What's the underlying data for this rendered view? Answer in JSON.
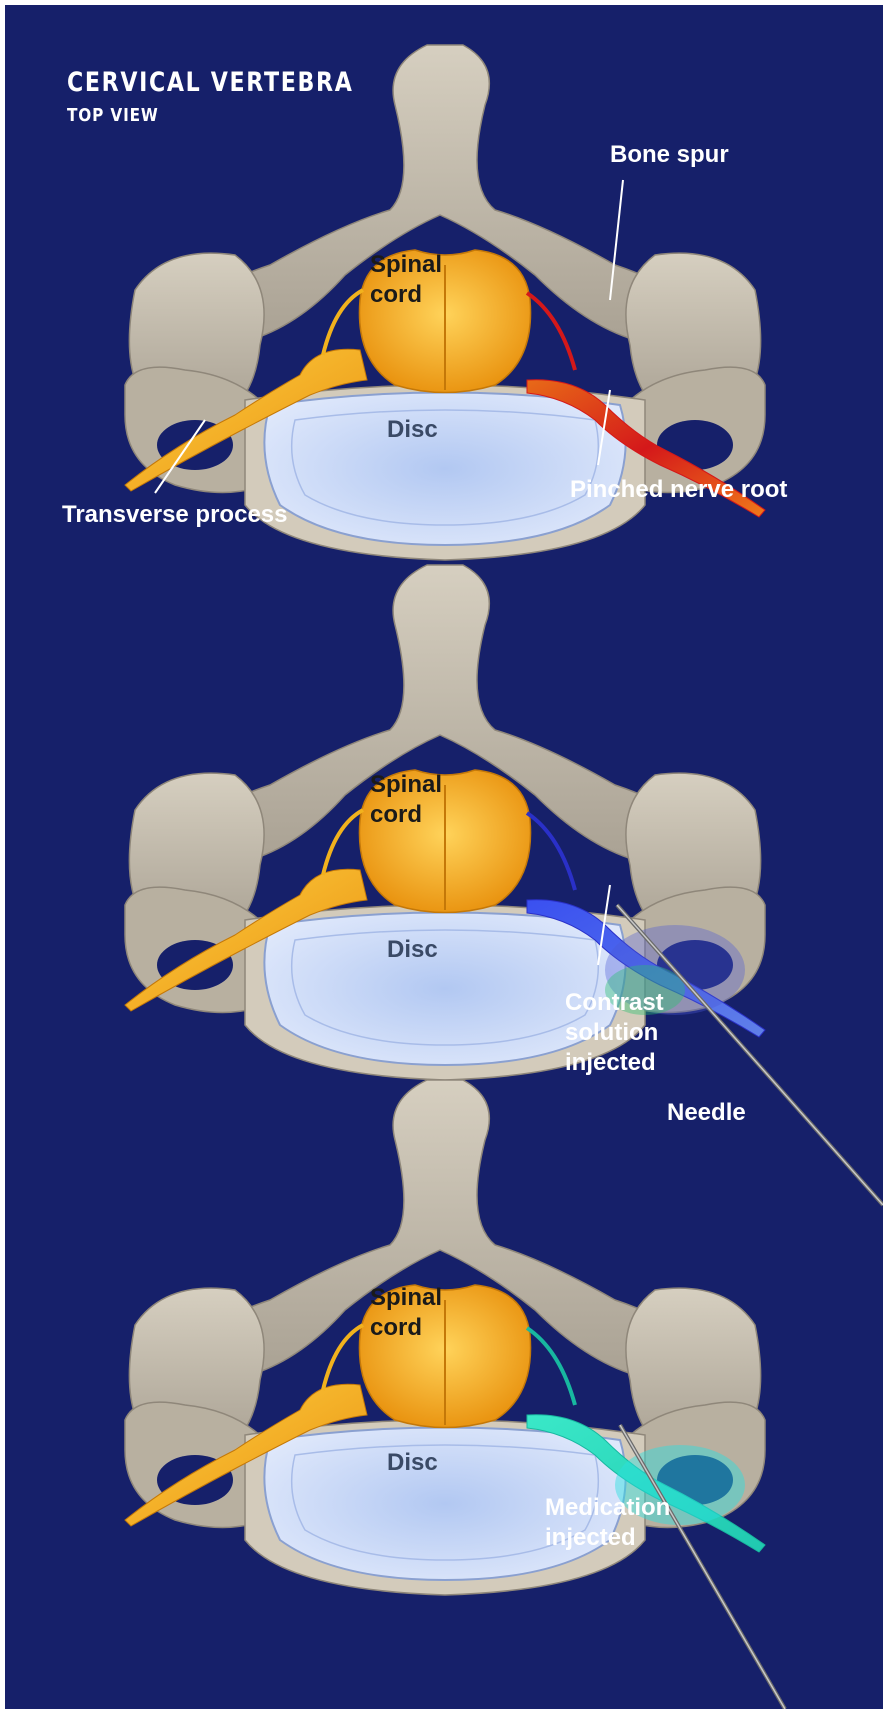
{
  "title": "CERVICAL VERTEBRA",
  "subtitle": "TOP VIEW",
  "panels": [
    {
      "spinal_cord": "Spinal cord",
      "disc": "Disc",
      "labels": {
        "bone_spur": "Bone spur",
        "pinched_nerve": "Pinched nerve root",
        "transverse": "Transverse process"
      },
      "highlight_color": "#d8281c"
    },
    {
      "spinal_cord": "Spinal cord",
      "disc": "Disc",
      "labels": {
        "contrast": "Contrast solution injected",
        "needle": "Needle"
      },
      "highlight_color": "#3a3de0"
    },
    {
      "spinal_cord": "Spinal cord",
      "disc": "Disc",
      "labels": {
        "medication": "Medication injected"
      },
      "highlight_color": "#2ad8c8"
    }
  ],
  "colors": {
    "background": "#16206a",
    "bone": "#cbc3b3",
    "cord": "#f4a71a",
    "disc": "#c4d4f4",
    "nerve": "#f2b21d"
  }
}
